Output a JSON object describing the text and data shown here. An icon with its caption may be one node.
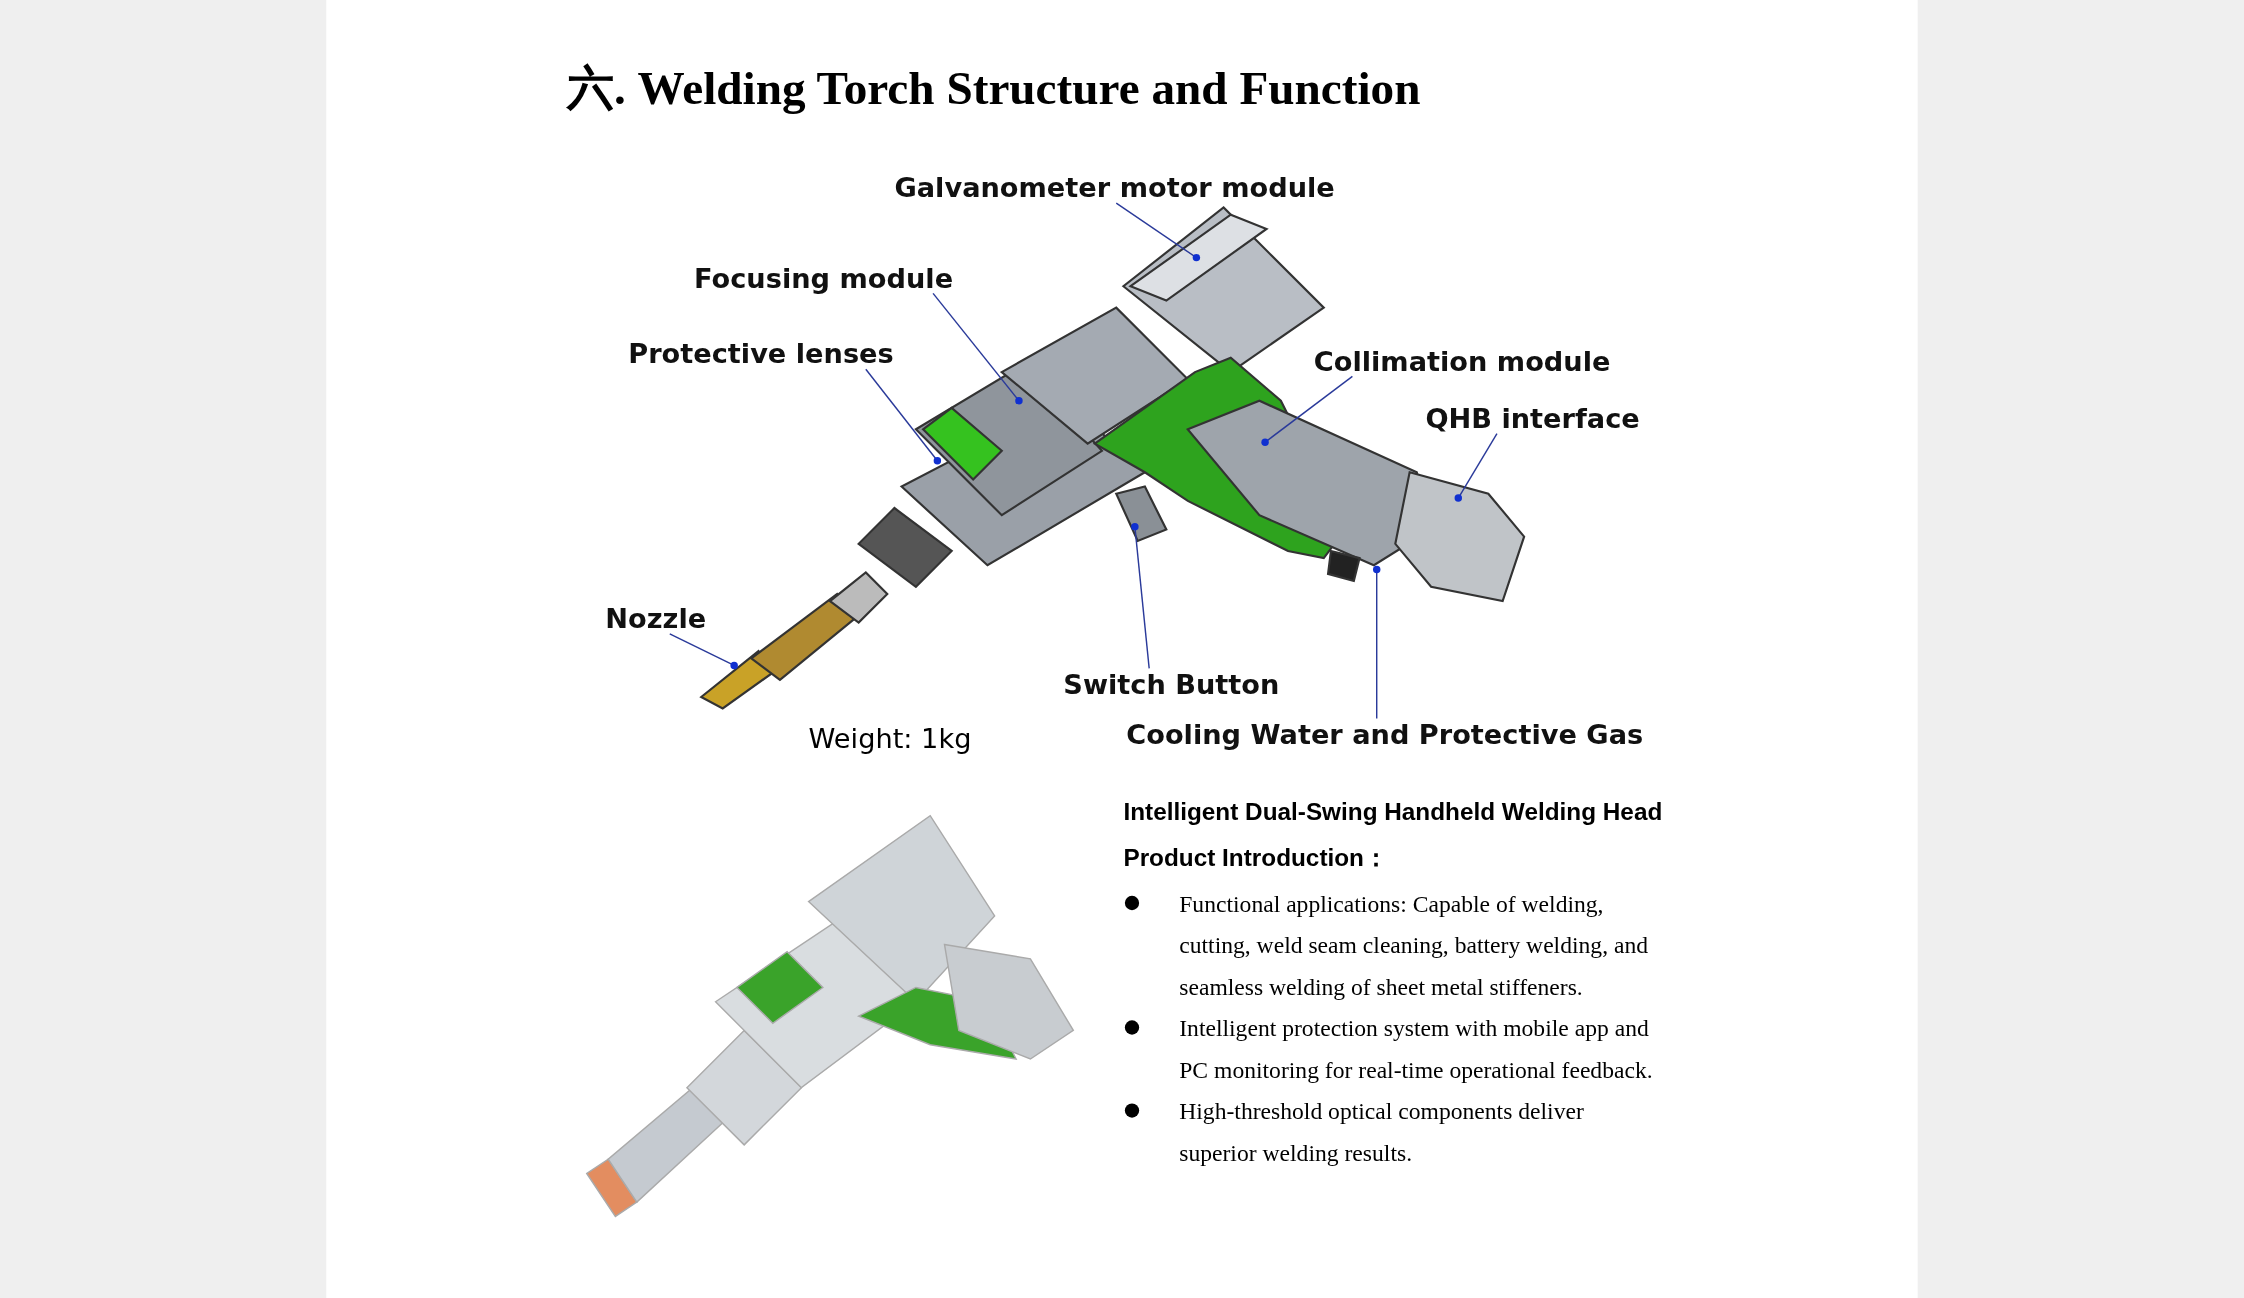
{
  "diagram": {
    "title": "六.  Welding Torch Structure and Function",
    "nodes": [
      {
        "text": [
          "Galvanometer motor module"
        ]
      },
      {
        "text": [
          "Focusing module"
        ]
      },
      {
        "text": [
          "Protective lenses"
        ]
      },
      {
        "text": [
          "Collimation module"
        ]
      },
      {
        "text": [
          "QHB interface"
        ]
      },
      {
        "text": [
          "Nozzle"
        ]
      },
      {
        "text": [
          "Switch Button"
        ]
      },
      {
        "text": [
          "Cooling Water and Protective Gas"
        ]
      }
    ],
    "edges": [
      {
        "from": 0,
        "to": null,
        "arrow": "other"
      },
      {
        "from": 1,
        "to": null,
        "arrow": "other"
      },
      {
        "from": 2,
        "to": null,
        "arrow": "other"
      },
      {
        "from": 3,
        "to": null,
        "arrow": "other"
      },
      {
        "from": 4,
        "to": null,
        "arrow": "other"
      },
      {
        "from": 5,
        "to": null,
        "arrow": "other"
      },
      {
        "from": 6,
        "to": null,
        "arrow": "other"
      },
      {
        "from": 7,
        "to": null,
        "arrow": "other"
      }
    ],
    "labels": [
      "Weight: 1kg",
      "Intelligent Dual-Swing Handheld Welding Head",
      "Product Introduction：",
      "Functional applications: Capable of welding, cutting, weld seam cleaning, battery welding, and seamless welding of sheet metal stiffeners.",
      "Intelligent protection system with mobile app and PC monitoring for real-time operational feedback.",
      "High-threshold optical components deliver superior welding results."
    ]
  }
}
